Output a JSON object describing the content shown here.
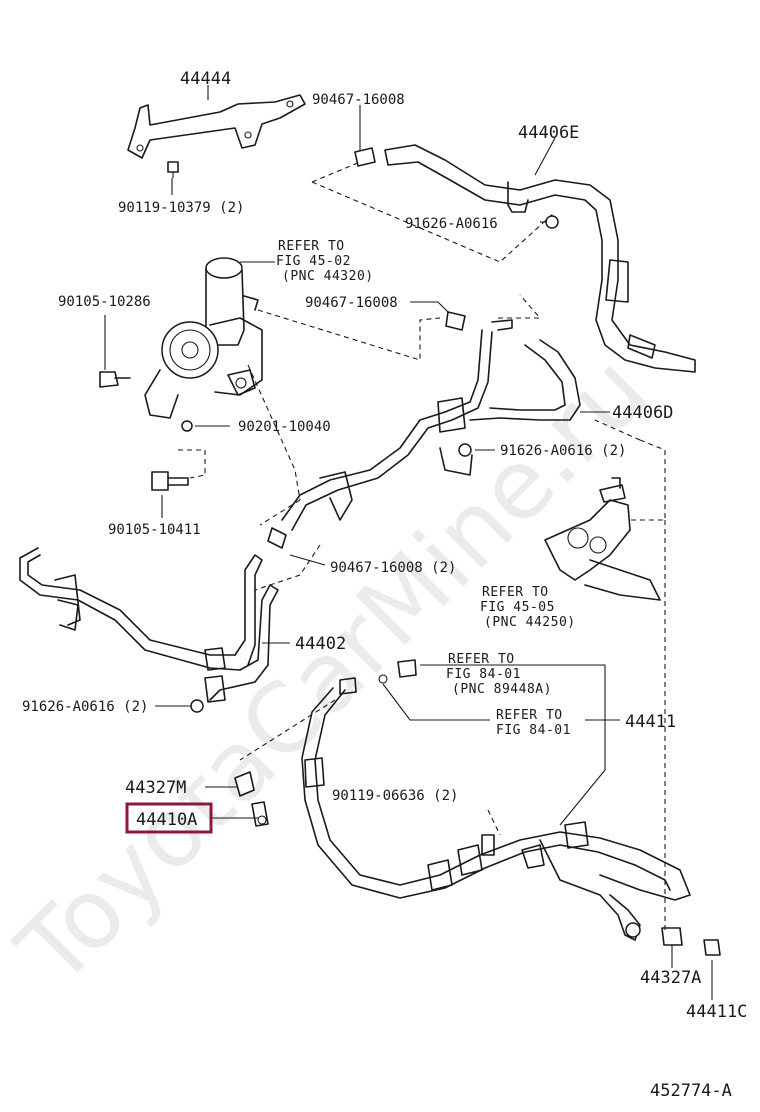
{
  "watermark": "ToyotaCarMine.ru",
  "labels": {
    "p44444": "44444",
    "p90467_top": "90467-16008",
    "p44406E": "44406E",
    "p90119_10379": "90119-10379 (2)",
    "p91626_top": "91626-A0616",
    "refer_4502_a": "REFER TO",
    "refer_4502_b": "FIG 45-02",
    "refer_4502_c": "(PNC 44320)",
    "p90105_10286": "90105-10286",
    "p90467_mid": "90467-16008",
    "p44406D": "44406D",
    "p90201": "90201-10040",
    "p91626_mid": "91626-A0616 (2)",
    "p90105_10411": "90105-10411",
    "p90467_low": "90467-16008 (2)",
    "refer_4505_a": "REFER TO",
    "refer_4505_b": "FIG 45-05",
    "refer_4505_c": "(PNC 44250)",
    "p44402": "44402",
    "refer_8401a_a": "REFER TO",
    "refer_8401a_b": "FIG 84-01",
    "refer_8401a_c": "(PNC 89448A)",
    "p91626_left": "91626-A0616 (2)",
    "refer_8401b_a": "REFER TO",
    "refer_8401b_b": "FIG 84-01",
    "p44411": "44411",
    "p44327M": "44327M",
    "p90119_06636": "90119-06636 (2)",
    "p44410A": "44410A",
    "p44327A": "44327A",
    "p44411C": "44411C",
    "diagram_id": "452774-A"
  },
  "colors": {
    "line": "#1a1a1a",
    "highlight": "#8b1a3a",
    "background": "#ffffff"
  }
}
